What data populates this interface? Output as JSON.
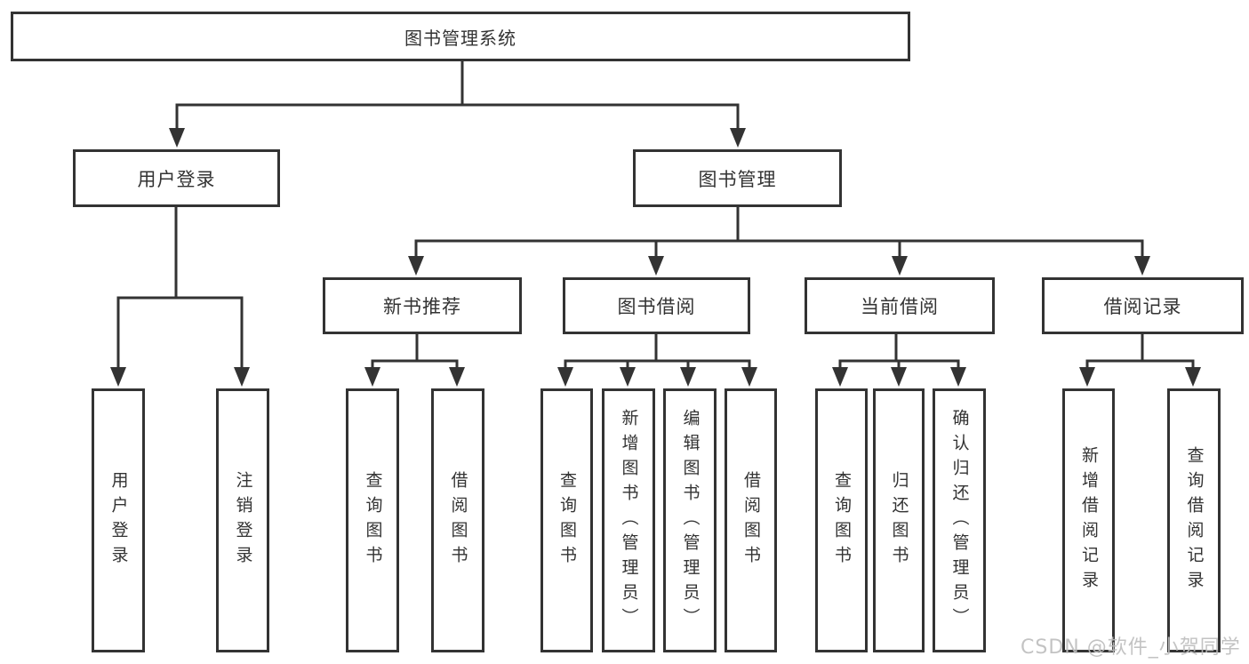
{
  "tree": {
    "label": "图书管理系统",
    "children": [
      {
        "label": "用户登录",
        "children": [
          {
            "label": "用户登录"
          },
          {
            "label": "注销登录"
          }
        ]
      },
      {
        "label": "图书管理",
        "children": [
          {
            "label": "新书推荐",
            "children": [
              {
                "label": "查询图书"
              },
              {
                "label": "借阅图书"
              }
            ]
          },
          {
            "label": "图书借阅",
            "children": [
              {
                "label": "查询图书"
              },
              {
                "label": "新增图书（管理员）"
              },
              {
                "label": "编辑图书（管理员）"
              },
              {
                "label": "借阅图书"
              }
            ]
          },
          {
            "label": "当前借阅",
            "children": [
              {
                "label": "查询图书"
              },
              {
                "label": "归还图书"
              },
              {
                "label": "确认归还（管理员）"
              }
            ]
          },
          {
            "label": "借阅记录",
            "children": [
              {
                "label": "新增借阅记录"
              },
              {
                "label": "查询借阅记录"
              }
            ]
          }
        ]
      }
    ]
  },
  "watermark": {
    "text": "CSDN @软件_小贺同学",
    "color": "#bdbdbd"
  },
  "colors": {
    "line": "#333333",
    "box_border": "#333333",
    "background": "#ffffff"
  }
}
